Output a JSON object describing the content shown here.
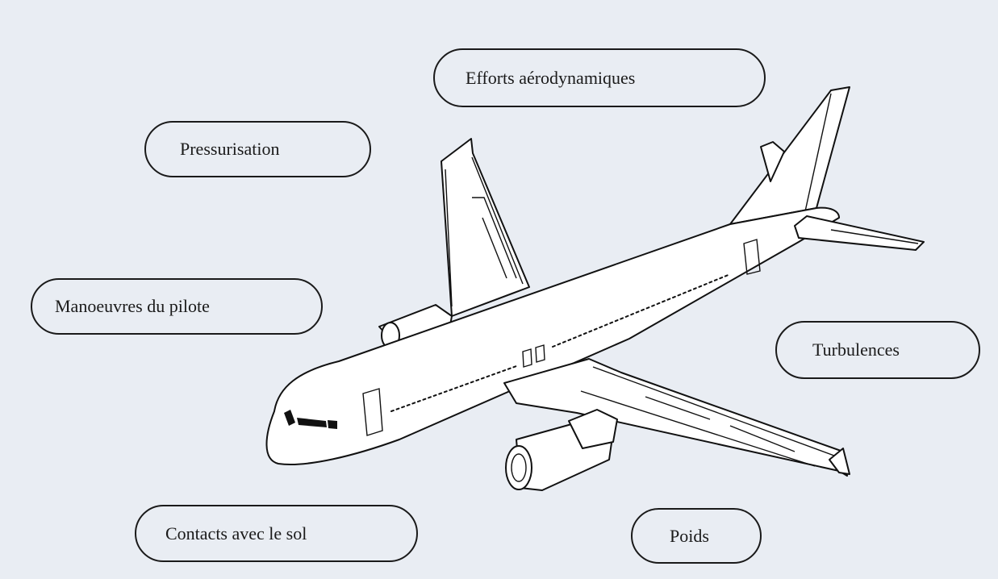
{
  "labels": {
    "efforts": "Efforts aérodynamiques",
    "pressurisation": "Pressurisation",
    "manoeuvres": "Manoeuvres du pilote",
    "turbulences": "Turbulences",
    "contacts": "Contacts avec le sol",
    "poids": "Poids"
  },
  "colors": {
    "background": "#e9edf3",
    "outline": "#1a1a1a"
  }
}
